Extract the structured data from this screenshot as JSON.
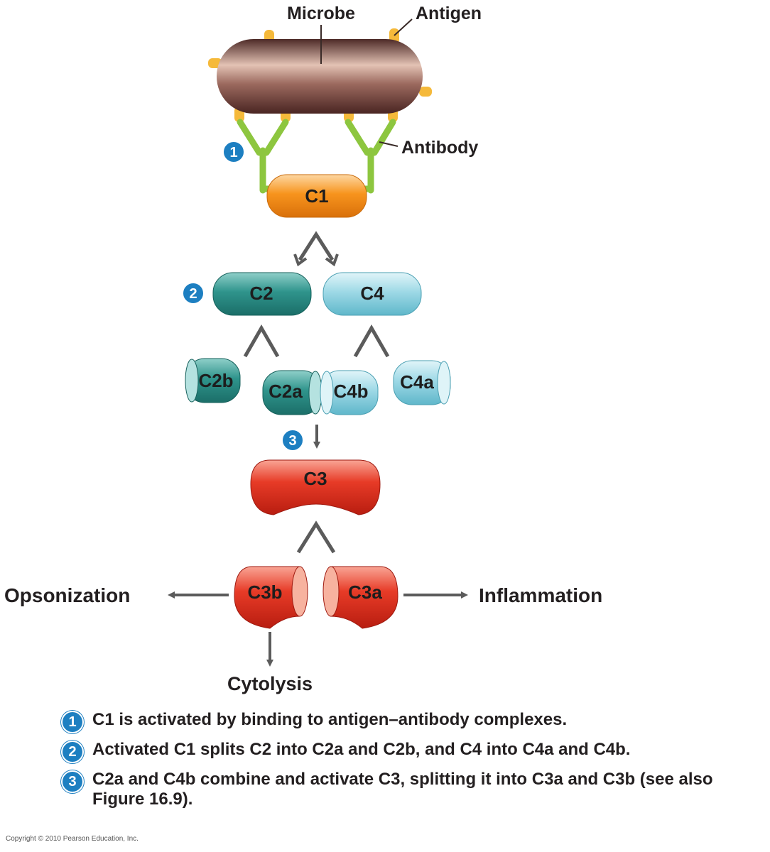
{
  "labels": {
    "microbe": "Microbe",
    "antigen": "Antigen",
    "antibody": "Antibody",
    "opsonization": "Opsonization",
    "inflammation": "Inflammation",
    "cytolysis": "Cytolysis"
  },
  "components": {
    "c1": "C1",
    "c2": "C2",
    "c4": "C4",
    "c2b": "C2b",
    "c2a": "C2a",
    "c4b": "C4b",
    "c4a": "C4a",
    "c3": "C3",
    "c3b": "C3b",
    "c3a": "C3a"
  },
  "step_numbers": [
    "1",
    "2",
    "3"
  ],
  "legend": [
    {
      "num": "1",
      "text": "C1 is activated by binding to antigen–antibody complexes."
    },
    {
      "num": "2",
      "text": "Activated C1 splits C2 into C2a and C2b, and C4 into C4a and C4b."
    },
    {
      "num": "3",
      "text": "C2a and C4b combine and activate C3, splitting it into C3a and C3b (see also Figure 16.9)."
    }
  ],
  "copyright": "Copyright © 2010 Pearson Education, Inc.",
  "colors": {
    "microbe": "#7a4a45",
    "antigen": "#f5b93a",
    "antibody": "#8dc63f",
    "c1": "#f7941d",
    "c2": "#2a8c85",
    "c4": "#8fd5e2",
    "c3": "#e53424",
    "step_badge": "#1d7fc1",
    "arrow": "#5b5b5b"
  }
}
